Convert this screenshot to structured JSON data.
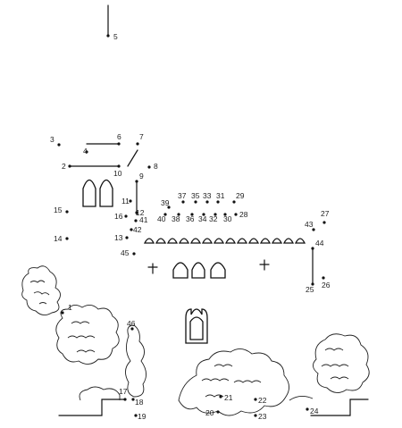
{
  "puzzle": {
    "kind": "connect-the-dots",
    "points": [
      {
        "n": "1"
      },
      {
        "n": "2"
      },
      {
        "n": "3"
      },
      {
        "n": "4"
      },
      {
        "n": "5"
      },
      {
        "n": "6"
      },
      {
        "n": "7"
      },
      {
        "n": "8"
      },
      {
        "n": "9"
      },
      {
        "n": "10"
      },
      {
        "n": "11"
      },
      {
        "n": "12"
      },
      {
        "n": "13"
      },
      {
        "n": "14"
      },
      {
        "n": "15"
      },
      {
        "n": "16"
      },
      {
        "n": "17"
      },
      {
        "n": "18"
      },
      {
        "n": "19"
      },
      {
        "n": "20"
      },
      {
        "n": "21"
      },
      {
        "n": "22"
      },
      {
        "n": "23"
      },
      {
        "n": "24"
      },
      {
        "n": "25"
      },
      {
        "n": "26"
      },
      {
        "n": "27"
      },
      {
        "n": "28"
      },
      {
        "n": "29"
      },
      {
        "n": "30"
      },
      {
        "n": "31"
      },
      {
        "n": "32"
      },
      {
        "n": "33"
      },
      {
        "n": "34"
      },
      {
        "n": "35"
      },
      {
        "n": "36"
      },
      {
        "n": "37"
      },
      {
        "n": "38"
      },
      {
        "n": "39"
      },
      {
        "n": "40"
      },
      {
        "n": "41"
      },
      {
        "n": "42"
      },
      {
        "n": "43"
      },
      {
        "n": "44"
      },
      {
        "n": "45"
      },
      {
        "n": "46"
      }
    ]
  }
}
